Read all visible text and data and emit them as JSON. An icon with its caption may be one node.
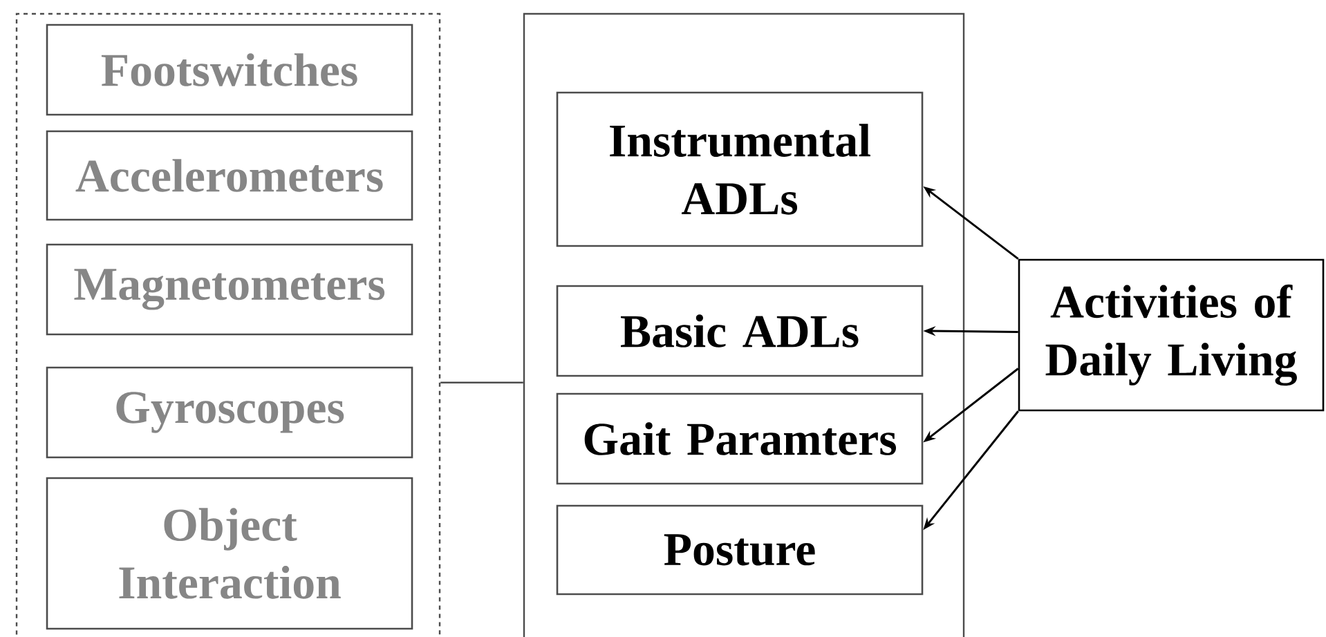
{
  "diagram": {
    "nodes": [
      {
        "text": [],
        "shape": "box"
      },
      {
        "text": [
          "Footswitches"
        ],
        "in": 0
      },
      {
        "text": [
          "Accelerometers"
        ],
        "in": 0
      },
      {
        "text": [
          "Magnetometers"
        ],
        "in": 0
      },
      {
        "text": [
          "Gyroscopes"
        ],
        "in": 0
      },
      {
        "text": [
          "Object Interaction"
        ],
        "in": 0
      },
      {
        "text": [],
        "shape": "box"
      },
      {
        "text": [
          "Instrumental ADLs"
        ],
        "in": 6
      },
      {
        "text": [
          "Basic ADLs"
        ],
        "in": 6
      },
      {
        "text": [
          "Gait Paramters"
        ],
        "in": 6
      },
      {
        "text": [
          "Posture"
        ],
        "in": 6
      },
      {
        "text": [
          "Activities of Daily Living"
        ]
      }
    ],
    "edges": [
      {
        "from": 0,
        "to": 6,
        "arrow": "none"
      },
      {
        "from": 11,
        "to": 7,
        "arrow": "to"
      },
      {
        "from": 11,
        "to": 8,
        "arrow": "to"
      },
      {
        "from": 11,
        "to": 9,
        "arrow": "to"
      },
      {
        "from": 11,
        "to": 10,
        "arrow": "to"
      }
    ]
  }
}
